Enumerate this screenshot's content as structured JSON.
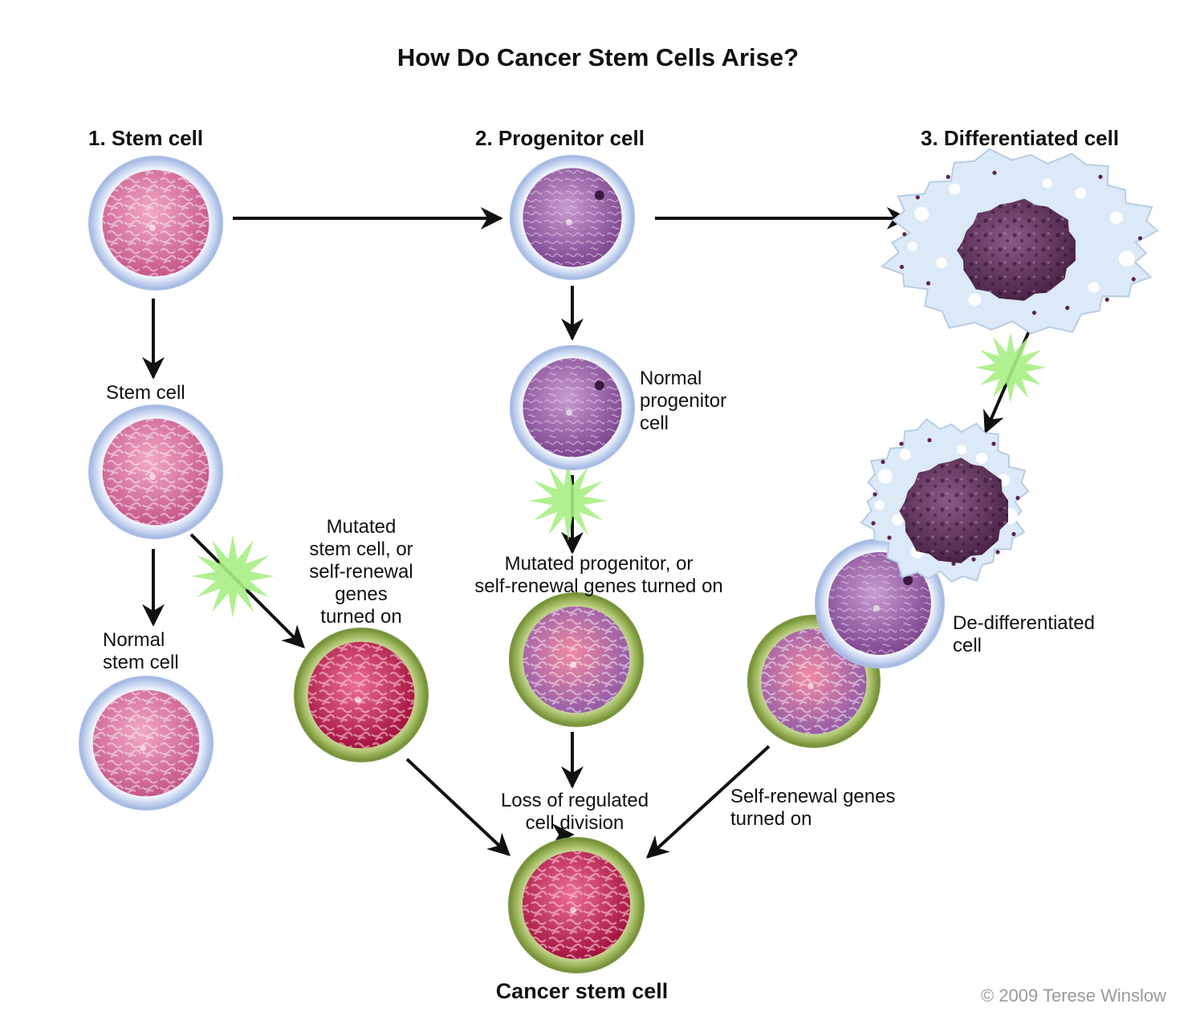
{
  "title": "How Do Cancer Stem Cells Arise?",
  "columns": {
    "stem": "1. Stem cell",
    "progenitor": "2. Progenitor cell",
    "differentiated": "3. Differentiated cell"
  },
  "labels": {
    "stem_cell": "Stem cell",
    "normal_stem_cell": [
      "Normal",
      "stem cell"
    ],
    "mutated_stem_cell": [
      "Mutated",
      "stem cell, or",
      "self-renewal",
      "genes",
      "turned on"
    ],
    "normal_progenitor_cell": [
      "Normal",
      "progenitor",
      "cell"
    ],
    "mutated_progenitor": [
      "Mutated progenitor, or",
      "self-renewal genes turned on"
    ],
    "loss_of_regulated_division": [
      "Loss of regulated",
      "cell division"
    ],
    "de_differentiated_cell": [
      "De-differentiated",
      "cell"
    ],
    "self_renewal_genes_turned_on": [
      "Self-renewal genes",
      "turned on"
    ]
  },
  "result": "Cancer stem cell",
  "copyright": "© 2009 Terese Winslow",
  "colors": {
    "arrow": "#111111",
    "mutation_burst": "#a8ee84",
    "normal_membrane": "#c9d7f2",
    "normal_nucleus": "#d4719b",
    "progenitor_nucleus": "#9a5ea6",
    "cancer_membrane": "#9bb45a",
    "cancer_nucleus": "#c2285a",
    "differentiated_cytoplasm": "#dce9f6",
    "differentiated_nucleus": "#5e3560"
  }
}
